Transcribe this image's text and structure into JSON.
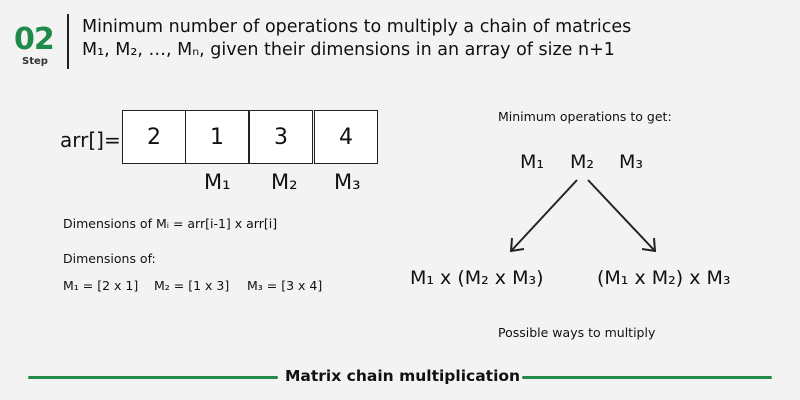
{
  "header": {
    "step_number": "02",
    "step_label": "Step",
    "title_line1": "Minimum number of operations to multiply a chain of matrices",
    "title_line2": "M₁, M₂, …, Mₙ, given their dimensions in an array of size n+1"
  },
  "array": {
    "label": "arr[]=",
    "values": [
      "2",
      "1",
      "3",
      "4"
    ],
    "matrix_labels": [
      "M₁",
      "M₂",
      "M₃"
    ]
  },
  "dimensions": {
    "formula": "Dimensions of Mᵢ = arr[i-1] x arr[i]",
    "heading": "Dimensions of:",
    "items": [
      "M₁ = [2 x 1]",
      "M₂ = [1 x 3]",
      "M₃ = [3 x 4]"
    ]
  },
  "tree": {
    "heading": "Minimum operations to get:",
    "top": [
      "M₁",
      "M₂",
      "M₃"
    ],
    "left": "M₁ x (M₂ x M₃)",
    "right": "(M₁ x M₂) x M₃",
    "caption": "Possible ways to multiply"
  },
  "footer": {
    "title": "Matrix chain multiplication"
  },
  "colors": {
    "accent": "#1f8a4a"
  }
}
